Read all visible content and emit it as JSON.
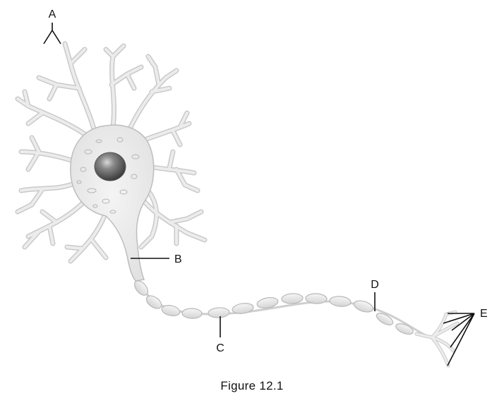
{
  "labels": {
    "a": "A",
    "b": "B",
    "c": "C",
    "d": "D",
    "e": "E"
  },
  "caption": "Figure 12.1"
}
